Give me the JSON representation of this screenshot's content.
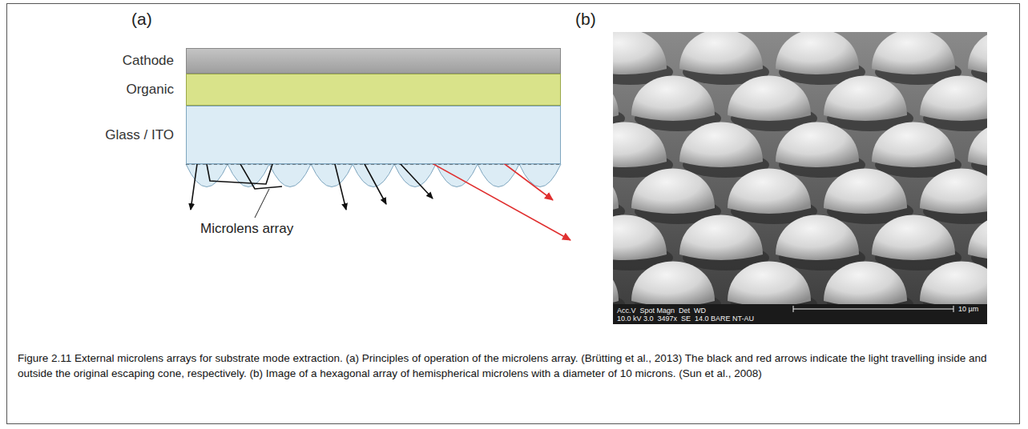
{
  "diagram": {
    "caption": "Figure 2.11 External microlens arrays for substrate mode extraction. (a) Principles of operation of the microlens array. (Brütting et al., 2013) The black and red arrows indicate the light travelling inside and outside the original escaping cone, respectively. (b) Image of a hexagonal array of hemispherical microlens with a diameter of 10 microns. (Sun et al., 2008)",
    "nodes": [
      {
        "text": [
          "Cathode"
        ]
      },
      {
        "text": [
          "Organic"
        ]
      },
      {
        "text": [
          "Glass / ITO"
        ]
      }
    ],
    "labels": [
      "(a)",
      "(b)",
      "Microlens array",
      "Acc.V  Spot Magn  Det  WD",
      "10.0 kV 3.0  3497x  SE  14.0 BARE NT-AU",
      "10 µm"
    ]
  }
}
